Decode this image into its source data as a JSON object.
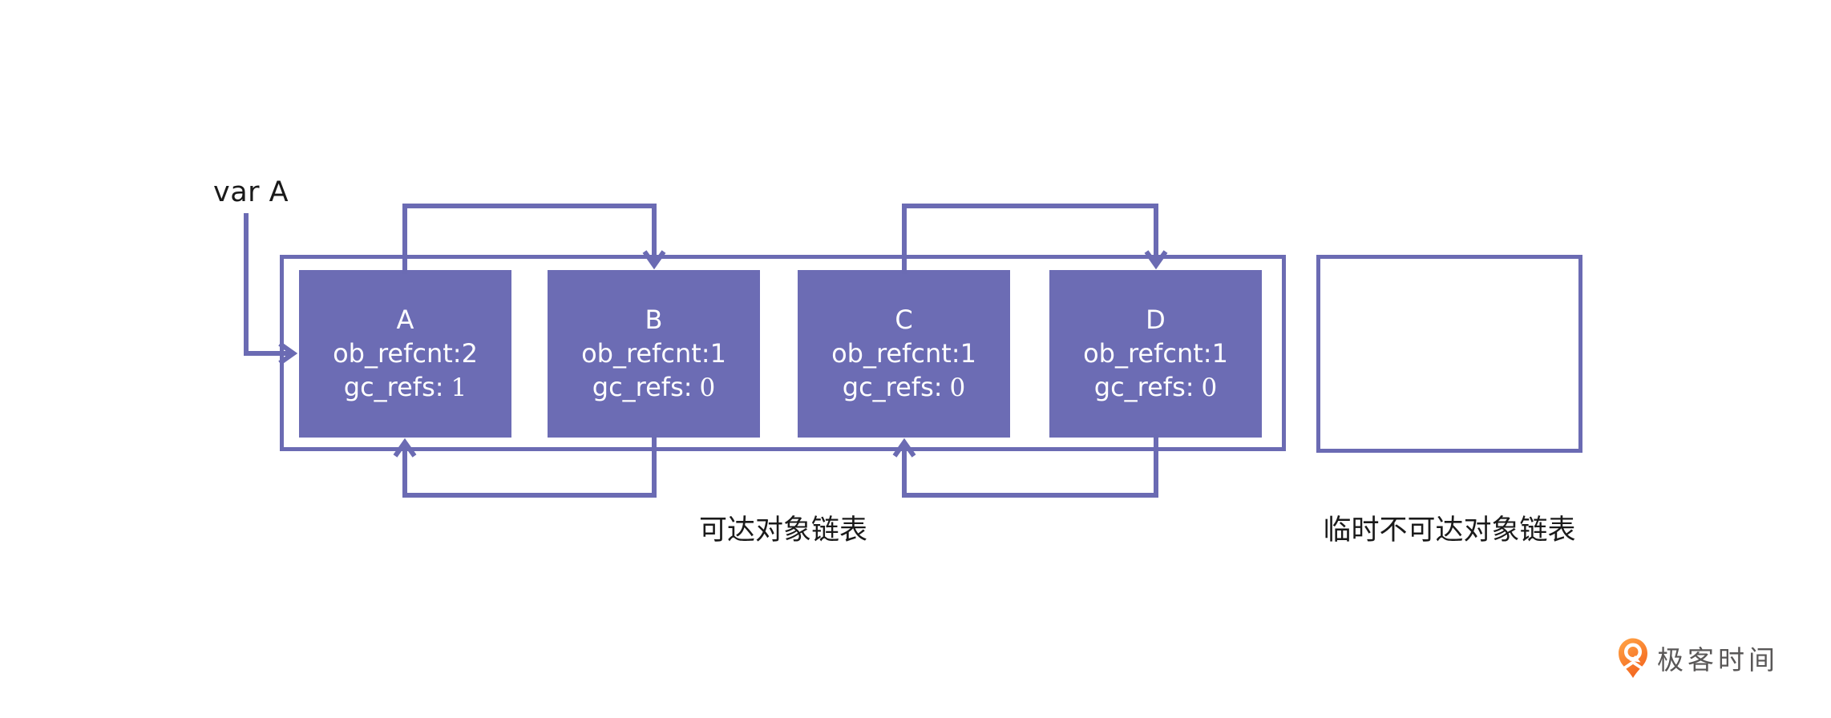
{
  "diagram": {
    "var_label": "var A",
    "boxes": [
      {
        "name": "A",
        "ob_refcnt": "ob_refcnt:2",
        "gc_label": "gc_refs:",
        "gc_value": "1"
      },
      {
        "name": "B",
        "ob_refcnt": "ob_refcnt:1",
        "gc_label": "gc_refs:",
        "gc_value": "0"
      },
      {
        "name": "C",
        "ob_refcnt": "ob_refcnt:1",
        "gc_label": "gc_refs:",
        "gc_value": "0"
      },
      {
        "name": "D",
        "ob_refcnt": "ob_refcnt:1",
        "gc_label": "gc_refs:",
        "gc_value": "0"
      }
    ],
    "labels": {
      "reachable": "可达对象链表",
      "unreachable": "临时不可达对象链表"
    }
  },
  "branding": {
    "logo_text": "极客时间",
    "logo_icon": "geektime-pin-icon"
  },
  "theme": {
    "colors": {
      "purple_fill": "#6C6CB4",
      "line_purple": "#6B6BB3",
      "text_white": "#FFFFFF",
      "text_dark": "#1A1A1A",
      "logo_orange_light": "#FFA043",
      "logo_orange_deep": "#F2611C",
      "logo_text_gray": "#595757"
    }
  }
}
